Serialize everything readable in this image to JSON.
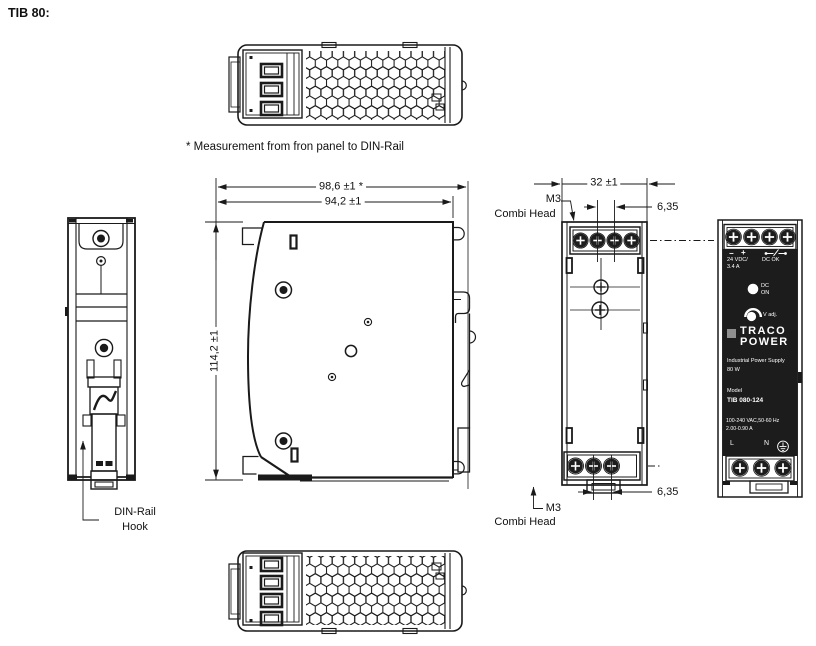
{
  "title": "TIB 80:",
  "note": "* Measurement from fron panel to DIN-Rail",
  "dimensions": {
    "overall_depth": "98,6 ±1 *",
    "body_depth": "94,2 ±1",
    "height": "114,2 ±1",
    "width": "32 ±1",
    "terminal_pitch_top": "6,35",
    "terminal_pitch_bottom": "6,35",
    "screw_top_line1": "M3",
    "screw_top_line2": "Combi Head",
    "screw_bottom_line1": "M3",
    "screw_bottom_line2": "Combi Head"
  },
  "callouts": {
    "din_rail_hook_line1": "DIN-Rail",
    "din_rail_hook_line2": "Hook"
  },
  "front_panel": {
    "polarity_minus": "−",
    "polarity_plus": "+",
    "output_voltage": "24 VDC/",
    "output_current": "3.4 A",
    "dc_ok_label": "DC OK",
    "dc_on_line1": "DC",
    "dc_on_line2": "ON",
    "v_adj_label": "V adj.",
    "brand_line1": "TRACO",
    "brand_line2": "POWER",
    "product_type": "Industrial Power Supply",
    "power_rating": "80 W",
    "model_label": "Model",
    "model_number": "TIB 080-124",
    "input_voltage": "100-240 VAC,50-60 Hz",
    "input_current": "2.00-0.90 A",
    "terminal_line": "L",
    "terminal_neutral": "N"
  },
  "icons": {
    "dc_ok_contact": "relay-contact-icon",
    "earth_ground": "earth-ground-icon",
    "dc_on_led": "led-indicator-icon",
    "v_adj": "potentiometer-icon"
  },
  "colors": {
    "line": "#1a1a1a",
    "panel_background": "#1c1c1c",
    "panel_text": "#ffffff",
    "logo_square": "#8f8f8f",
    "background": "#ffffff"
  }
}
